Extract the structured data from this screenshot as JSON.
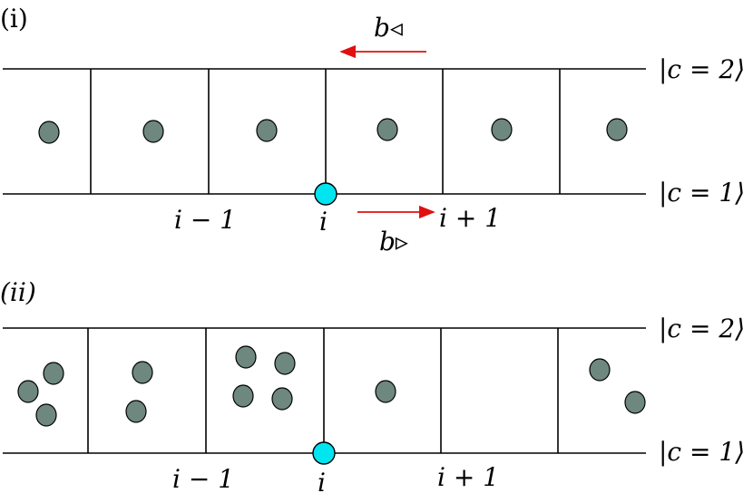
{
  "panel_i": {
    "label": "(i)",
    "top_state": "|c = 2⟩",
    "bottom_state": "|c = 1⟩",
    "site_labels": [
      "i − 1",
      "i",
      "i + 1"
    ],
    "hop_left_label": "b◃",
    "hop_right_label": "b▹",
    "particles_per_cell": [
      1,
      1,
      1,
      1,
      1,
      1
    ]
  },
  "panel_ii": {
    "label": "(ii)",
    "top_state": "|c = 2⟩",
    "bottom_state": "|c = 1⟩",
    "site_labels": [
      "i − 1",
      "i",
      "i + 1"
    ],
    "particles_per_cell": [
      3,
      2,
      4,
      1,
      0,
      2
    ]
  },
  "colors": {
    "particle": "#6e877f",
    "site_marker": "#00e5f0",
    "arrow": "#e01010",
    "line": "#000000"
  }
}
